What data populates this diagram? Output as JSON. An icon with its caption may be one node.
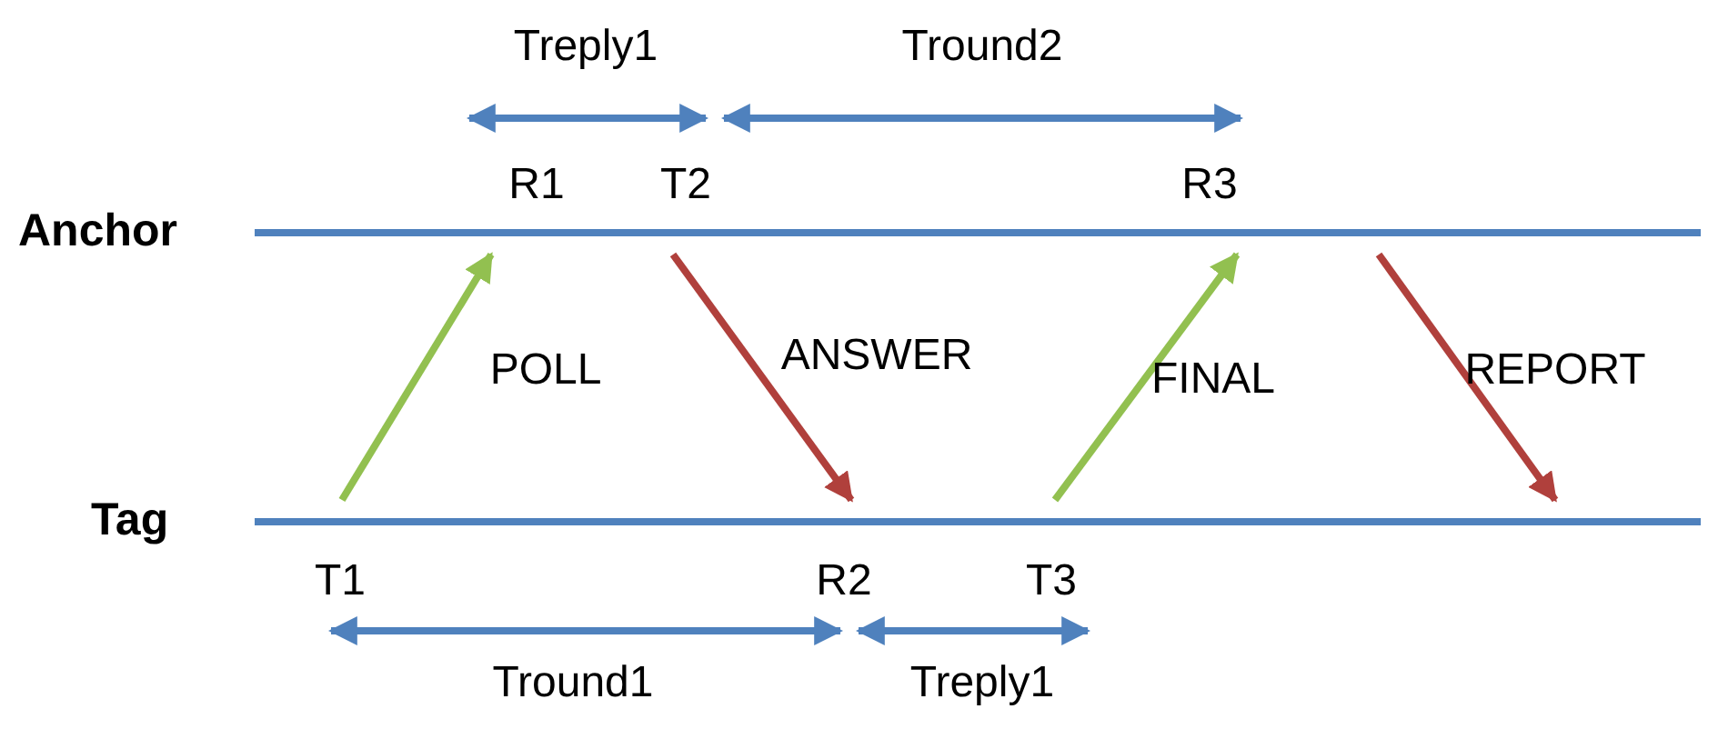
{
  "diagram": {
    "nodes": [
      {
        "text": [
          "Anchor"
        ]
      },
      {
        "text": [
          "Tag"
        ]
      }
    ],
    "edges": [
      {
        "from": 1,
        "to": 0,
        "arrow": "to",
        "label": "POLL",
        "color": "#92c050"
      },
      {
        "from": 0,
        "to": 1,
        "arrow": "to",
        "label": "ANSWER",
        "color": "#b0403c"
      },
      {
        "from": 1,
        "to": 0,
        "arrow": "to",
        "label": "FINAL",
        "color": "#92c050"
      },
      {
        "from": 0,
        "to": 1,
        "arrow": "to",
        "label": "REPORT",
        "color": "#b0403c"
      }
    ],
    "labels": [
      "Treply1",
      "Tround2",
      "R1",
      "T2",
      "R3",
      "T1",
      "R2",
      "T3",
      "Tround1",
      "Treply1"
    ]
  }
}
